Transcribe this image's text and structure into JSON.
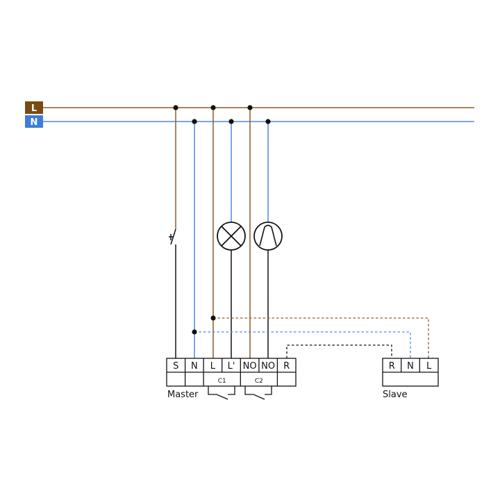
{
  "bus": {
    "line_label": "L",
    "neutral_label": "N",
    "line_color": "#8a5a2b",
    "neutral_color": "#4a86e8",
    "line_badge_color": "#7a4a12",
    "neutral_badge_color": "#3d7cd9"
  },
  "master": {
    "label": "Master",
    "terminals": [
      "S",
      "N",
      "L",
      "L'",
      "NO",
      "NO",
      "R"
    ],
    "contact_groups": [
      "C1",
      "C2"
    ]
  },
  "slave": {
    "label": "Slave",
    "terminals": [
      "R",
      "N",
      "L"
    ]
  },
  "symbols": [
    "switch-icon",
    "lamp-icon",
    "fluorescent-lamp-icon",
    "relay-contact-icon"
  ],
  "wire_colors": {
    "control": "#111111"
  }
}
